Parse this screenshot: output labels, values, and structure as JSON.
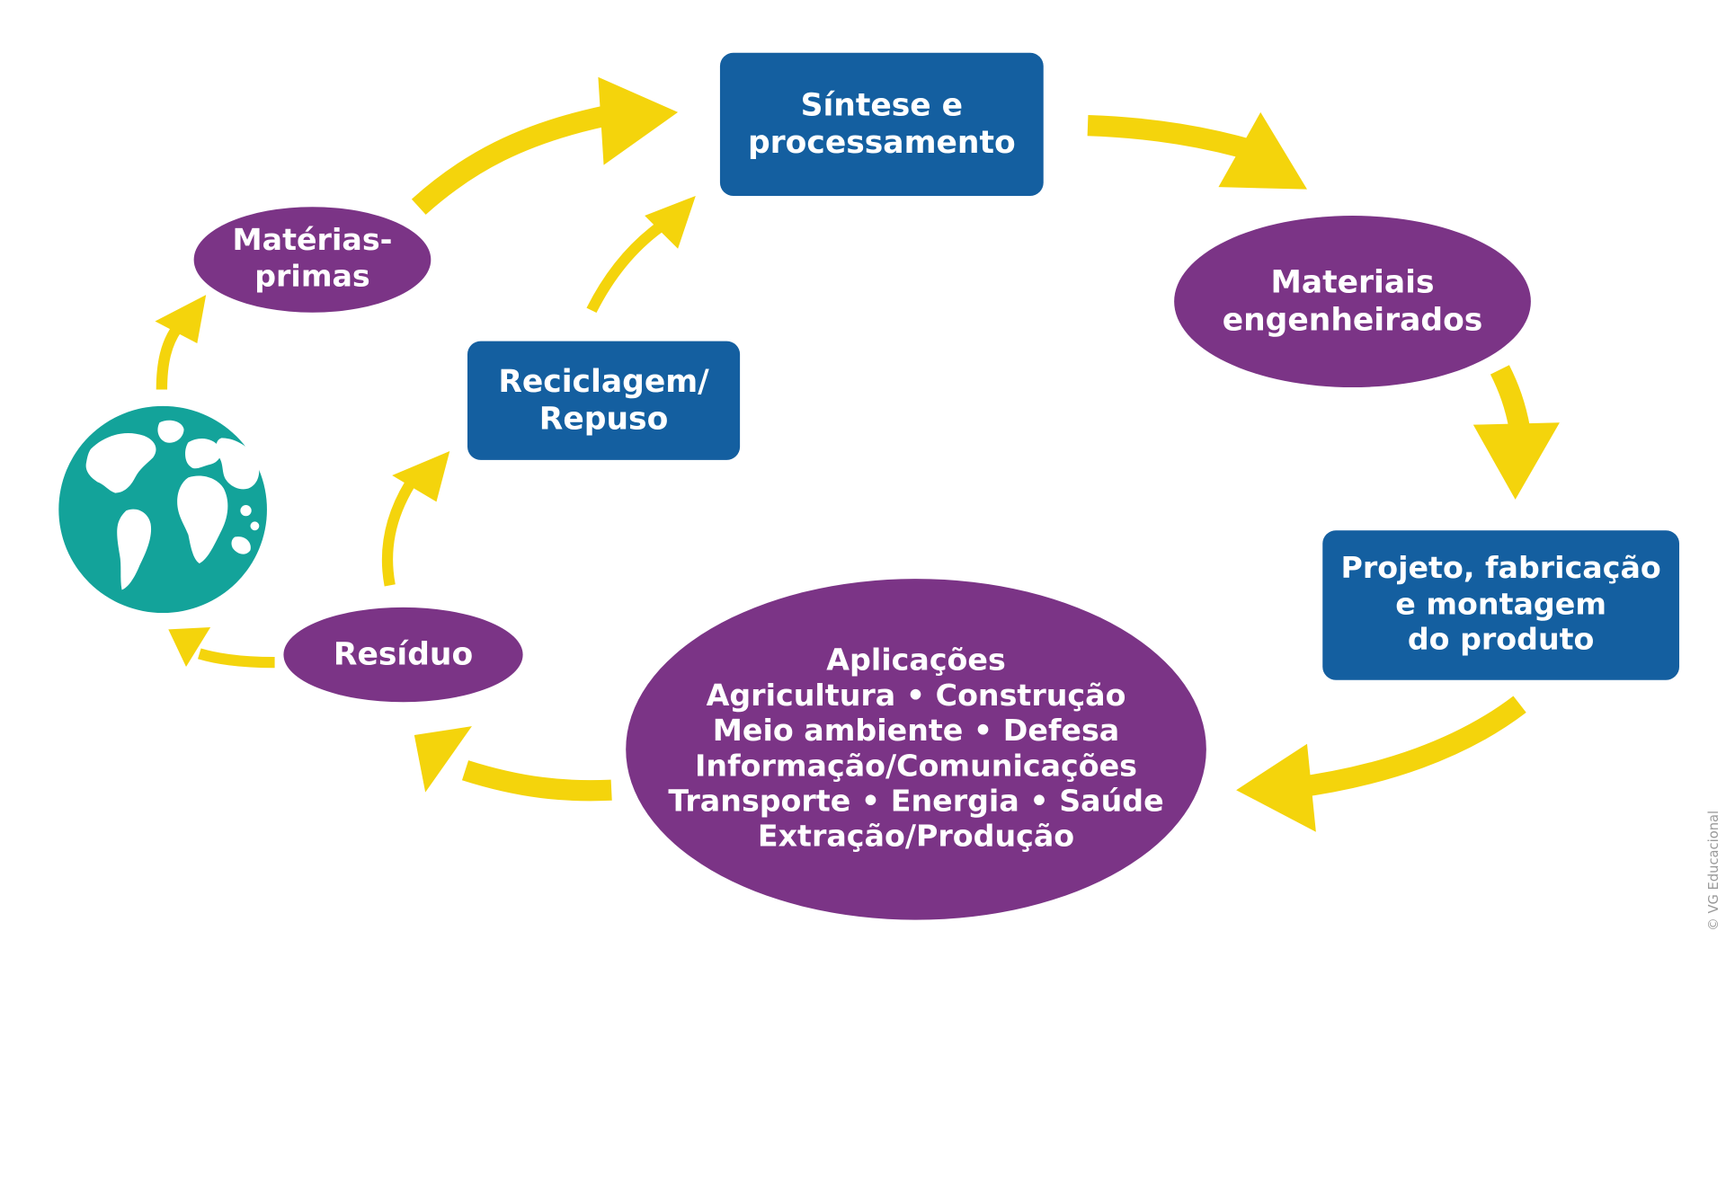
{
  "colors": {
    "arrow": "#f4d40c",
    "box": "#145fa0",
    "ellipse": "#7b3486",
    "globe_ocean": "#13a39a",
    "globe_land": "#ffffff",
    "text": "#ffffff"
  },
  "nodes": {
    "sintese": {
      "line1": "Síntese e",
      "line2": "processamento"
    },
    "materiais": {
      "line1": "Materiais",
      "line2": "engenheirados"
    },
    "projeto": {
      "line1": "Projeto, fabricação",
      "line2": "e montagem",
      "line3": "do produto"
    },
    "aplicacoes": {
      "line1": "Aplicações",
      "line2": "Agricultura • Construção",
      "line3": "Meio ambiente • Defesa",
      "line4": "Informação/Comunicações",
      "line5": "Transporte • Energia • Saúde",
      "line6": "Extração/Produção"
    },
    "residuo": {
      "line1": "Resíduo"
    },
    "reciclagem": {
      "line1": "Reciclagem/",
      "line2": "Repuso"
    },
    "materias_primas": {
      "line1": "Matérias-",
      "line2": "primas"
    }
  },
  "globe": {
    "icon": "earth-globe-icon"
  },
  "credit": "© VG Educacional"
}
